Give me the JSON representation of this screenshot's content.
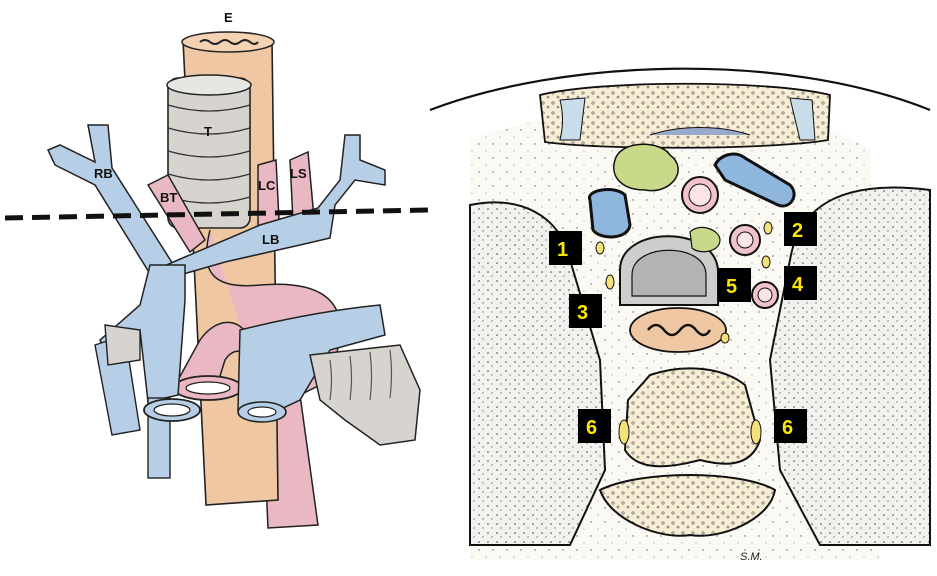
{
  "left_panel": {
    "labels": {
      "esophagus": "E",
      "trachea": "T",
      "right_brachiocephalic": "RB",
      "brachiocephalic_trunk": "BT",
      "left_carotid": "LC",
      "left_subclavian": "LS",
      "left_brachiocephalic": "LB"
    }
  },
  "right_panel": {
    "markers": [
      "1",
      "2",
      "3",
      "4",
      "5",
      "6",
      "6"
    ],
    "signature": "S.M."
  },
  "colors": {
    "vein": "#b6cfe6",
    "artery": "#e9b8c2",
    "esophagus": "#efc8a3",
    "trachea": "#d7d4d0",
    "marker_fill": "#000000",
    "marker_text": "#ffe800",
    "lymph_node": "#f3e27a",
    "thyroid": "#c9d98a"
  }
}
